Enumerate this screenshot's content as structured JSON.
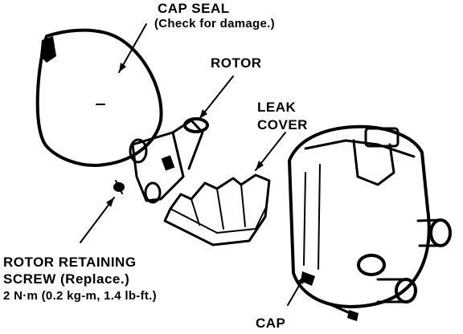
{
  "labels": {
    "cap_seal": "CAP SEAL",
    "cap_seal_note": "(Check for damage.)",
    "rotor": "ROTOR",
    "leak_cover_line1": "LEAK",
    "leak_cover_line2": "COVER",
    "screw_line1": "ROTOR RETAINING",
    "screw_line2": "SCREW (Replace.)",
    "screw_line3": "2 N·m (0.2 kg-m, 1.4 lb-ft.)",
    "cap": "CAP"
  },
  "colors": {
    "ink": "#000000",
    "paper": "#ffffff"
  }
}
